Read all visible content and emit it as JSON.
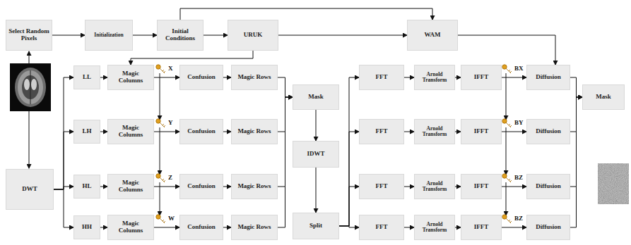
{
  "diagram": {
    "nodes": [
      {
        "text": [
          "Select Random Pixels"
        ]
      },
      {
        "text": [
          "Initialization"
        ]
      },
      {
        "text": [
          "Initial Conditions"
        ]
      },
      {
        "text": [
          "URUK"
        ]
      },
      {
        "text": [
          "WAM"
        ]
      },
      {
        "text": [
          "DWT"
        ]
      },
      {
        "text": [
          "LL"
        ]
      },
      {
        "text": [
          "Magic Columns"
        ]
      },
      {
        "text": [
          "Confusion"
        ]
      },
      {
        "text": [
          "Magic Rows"
        ]
      },
      {
        "text": [
          "Mask"
        ]
      },
      {
        "text": [
          "FFT"
        ]
      },
      {
        "text": [
          "Arnold Transform"
        ]
      },
      {
        "text": [
          "IFFT"
        ]
      },
      {
        "text": [
          "Diffusion"
        ]
      },
      {
        "text": [
          "Mask"
        ]
      },
      {
        "text": [
          "LH"
        ]
      },
      {
        "text": [
          "Magic Columns"
        ]
      },
      {
        "text": [
          "Confusion"
        ]
      },
      {
        "text": [
          "Magic Rows"
        ]
      },
      {
        "text": [
          "IDWT"
        ]
      },
      {
        "text": [
          "FFT"
        ]
      },
      {
        "text": [
          "Arnold Transform"
        ]
      },
      {
        "text": [
          "IFFT"
        ]
      },
      {
        "text": [
          "Diffusion"
        ]
      },
      {
        "text": [
          "HL"
        ]
      },
      {
        "text": [
          "Magic Columns"
        ]
      },
      {
        "text": [
          "Confusion"
        ]
      },
      {
        "text": [
          "Magic Rows"
        ]
      },
      {
        "text": [
          "FFT"
        ]
      },
      {
        "text": [
          "Arnold Transform"
        ]
      },
      {
        "text": [
          "IFFT"
        ]
      },
      {
        "text": [
          "Diffusion"
        ]
      },
      {
        "text": [
          "HH"
        ]
      },
      {
        "text": [
          "Magic Columns"
        ]
      },
      {
        "text": [
          "Confusion"
        ]
      },
      {
        "text": [
          "Magic Rows"
        ]
      },
      {
        "text": [
          "Split"
        ]
      },
      {
        "text": [
          "FFT"
        ]
      },
      {
        "text": [
          "Arnold Transform"
        ]
      },
      {
        "text": [
          "IFFT"
        ]
      },
      {
        "text": [
          "Diffusion"
        ]
      }
    ],
    "edges": [
      {
        "from": 0,
        "to": 1,
        "arrow": "to"
      },
      {
        "from": 1,
        "to": 2,
        "arrow": "to"
      },
      {
        "from": 2,
        "to": 3,
        "arrow": "to"
      },
      {
        "from": 2,
        "to": 4,
        "arrow": "to"
      },
      {
        "from": 3,
        "to": 4,
        "arrow": "to"
      },
      {
        "from": 3,
        "to": 7,
        "arrow": "to"
      },
      {
        "from": 4,
        "to": 14,
        "arrow": "to"
      },
      {
        "from": 5,
        "to": 6,
        "arrow": "to"
      },
      {
        "from": 5,
        "to": 16,
        "arrow": "to"
      },
      {
        "from": 5,
        "to": 25,
        "arrow": "to"
      },
      {
        "from": 5,
        "to": 33,
        "arrow": "to"
      },
      {
        "from": 6,
        "to": 7,
        "arrow": "to"
      },
      {
        "from": 7,
        "to": 8,
        "arrow": "to"
      },
      {
        "from": 8,
        "to": 9,
        "arrow": "to"
      },
      {
        "from": 16,
        "to": 17,
        "arrow": "to"
      },
      {
        "from": 17,
        "to": 18,
        "arrow": "to"
      },
      {
        "from": 18,
        "to": 19,
        "arrow": "to"
      },
      {
        "from": 25,
        "to": 26,
        "arrow": "to"
      },
      {
        "from": 26,
        "to": 27,
        "arrow": "to"
      },
      {
        "from": 27,
        "to": 28,
        "arrow": "to"
      },
      {
        "from": 33,
        "to": 34,
        "arrow": "to"
      },
      {
        "from": 34,
        "to": 35,
        "arrow": "to"
      },
      {
        "from": 35,
        "to": 36,
        "arrow": "to"
      },
      {
        "from": 9,
        "to": 10,
        "arrow": "to"
      },
      {
        "from": 19,
        "to": 10,
        "arrow": "to"
      },
      {
        "from": 28,
        "to": 10,
        "arrow": "to"
      },
      {
        "from": 36,
        "to": 10,
        "arrow": "to"
      },
      {
        "from": 10,
        "to": 20,
        "arrow": "to"
      },
      {
        "from": 20,
        "to": 37,
        "arrow": "to"
      },
      {
        "from": 37,
        "to": 11,
        "arrow": "to"
      },
      {
        "from": 37,
        "to": 21,
        "arrow": "to"
      },
      {
        "from": 37,
        "to": 29,
        "arrow": "to"
      },
      {
        "from": 37,
        "to": 38,
        "arrow": "to"
      },
      {
        "from": 11,
        "to": 12,
        "arrow": "to"
      },
      {
        "from": 12,
        "to": 13,
        "arrow": "to"
      },
      {
        "from": 13,
        "to": 14,
        "arrow": "to"
      },
      {
        "from": 21,
        "to": 22,
        "arrow": "to"
      },
      {
        "from": 22,
        "to": 23,
        "arrow": "to"
      },
      {
        "from": 23,
        "to": 24,
        "arrow": "to"
      },
      {
        "from": 29,
        "to": 30,
        "arrow": "to"
      },
      {
        "from": 30,
        "to": 31,
        "arrow": "to"
      },
      {
        "from": 31,
        "to": 32,
        "arrow": "to"
      },
      {
        "from": 38,
        "to": 39,
        "arrow": "to"
      },
      {
        "from": 39,
        "to": 40,
        "arrow": "to"
      },
      {
        "from": 40,
        "to": 41,
        "arrow": "to"
      },
      {
        "from": 14,
        "to": 15,
        "arrow": "to"
      },
      {
        "from": 24,
        "to": 15,
        "arrow": "to"
      },
      {
        "from": 32,
        "to": 15,
        "arrow": "to"
      },
      {
        "from": 41,
        "to": 15,
        "arrow": "to"
      }
    ],
    "labels": [
      "X",
      "Y",
      "Z",
      "W",
      "BX",
      "BY",
      "BZ",
      "BZ"
    ]
  }
}
